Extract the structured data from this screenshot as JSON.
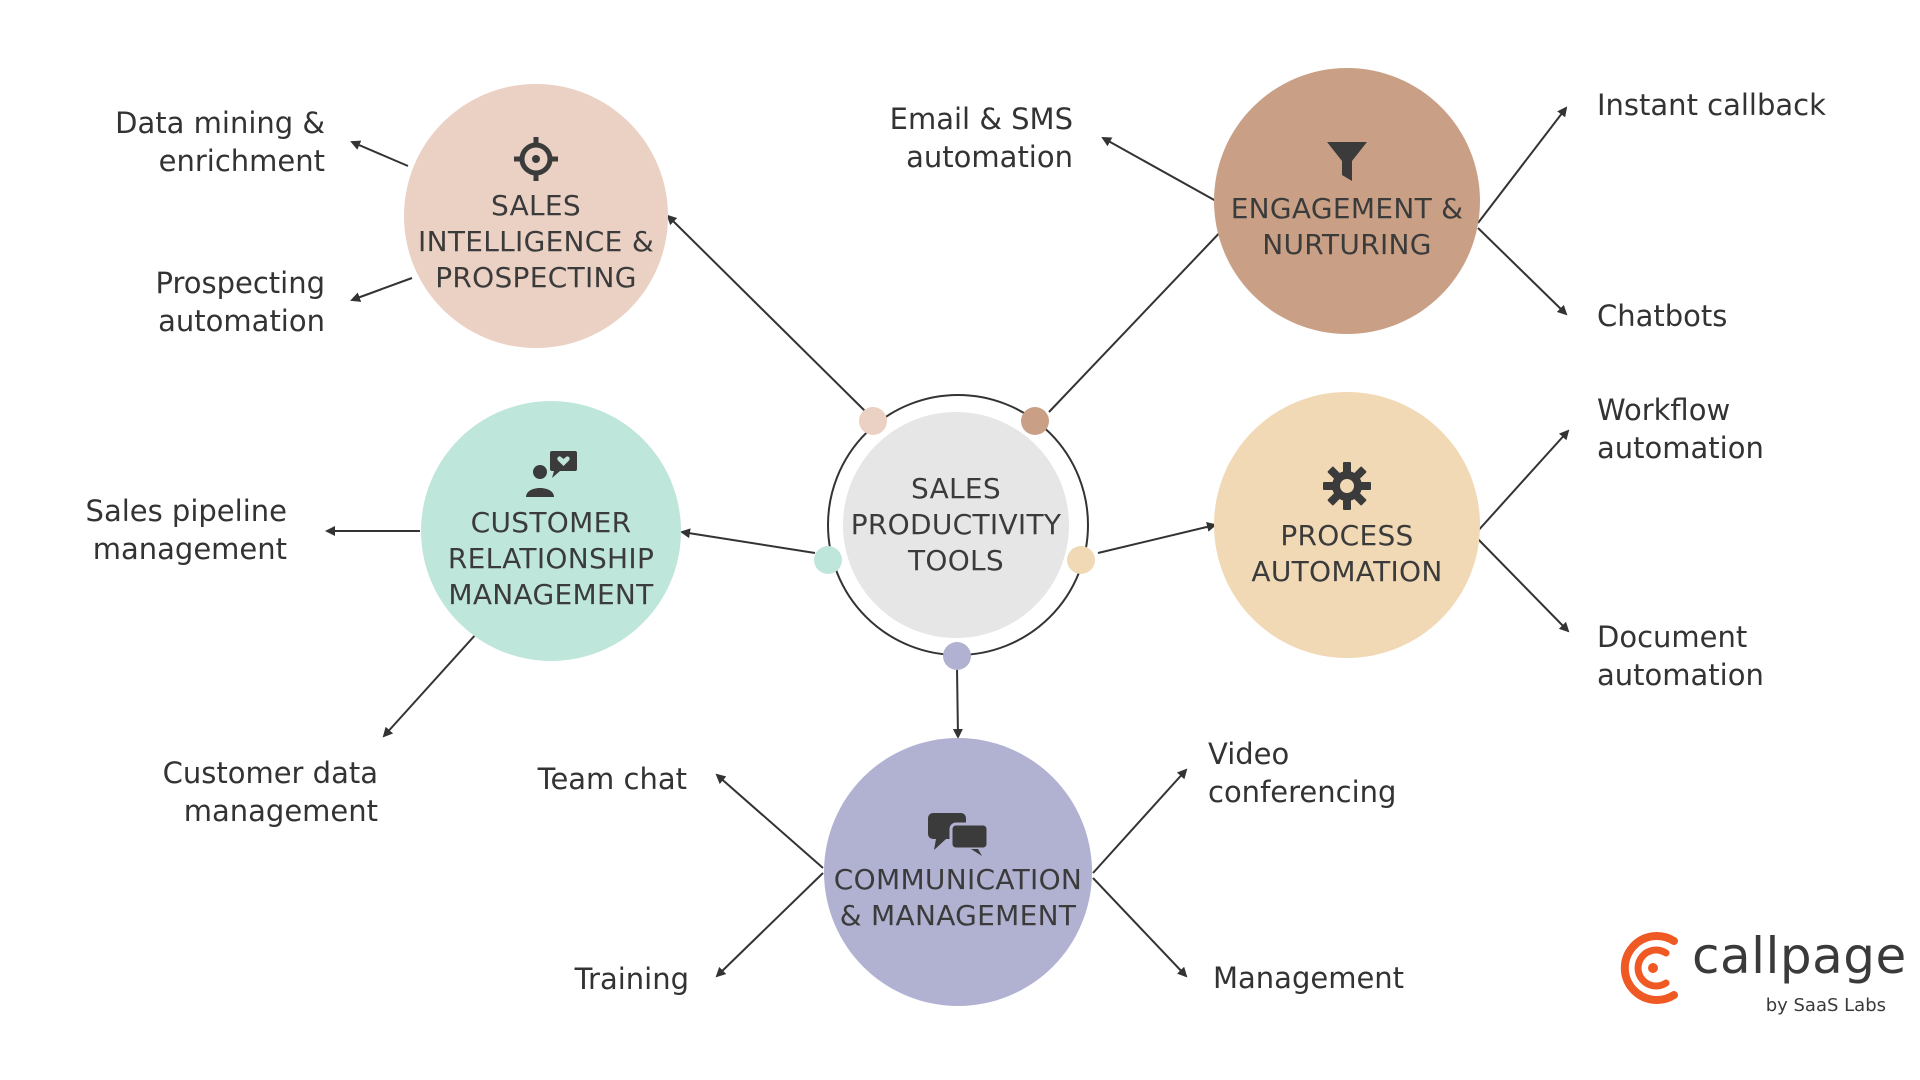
{
  "center": {
    "label": "SALES\nPRODUCTIVITY\nTOOLS",
    "color": "#e6e6e6",
    "ring": "#333333"
  },
  "categories": {
    "sales_intel": {
      "label": "SALES\nINTELLIGENCE &\nPROSPECTING",
      "color": "#ebd0c4",
      "icon": "crosshair-icon",
      "leaves": [
        "Data mining &\nenrichment",
        "Prospecting\nautomation"
      ]
    },
    "engagement": {
      "label": "ENGAGEMENT &\nNURTURING",
      "color": "#c9a086",
      "icon": "funnel-icon",
      "leaves": [
        "Email & SMS\nautomation",
        "Instant callback",
        "Chatbots"
      ]
    },
    "crm": {
      "label": "CUSTOMER\nRELATIONSHIP\nMANAGEMENT",
      "color": "#bfe6db",
      "icon": "user-heart-chat-icon",
      "leaves": [
        "Sales pipeline\nmanagement",
        "Customer data\nmanagement"
      ]
    },
    "process": {
      "label": "PROCESS\nAUTOMATION",
      "color": "#f1d9b5",
      "icon": "gear-icon",
      "leaves": [
        "Workflow\nautomation",
        "Document\nautomation"
      ]
    },
    "communication": {
      "label": "COMMUNICATION\n& MANAGEMENT",
      "color": "#b1b1d2",
      "icon": "chat-bubbles-icon",
      "leaves": [
        "Team chat",
        "Training",
        "Video\nconferencing",
        "Management"
      ]
    }
  },
  "logo": {
    "word": "callpage",
    "byline": "by SaaS Labs",
    "color": "#ef5a24"
  }
}
